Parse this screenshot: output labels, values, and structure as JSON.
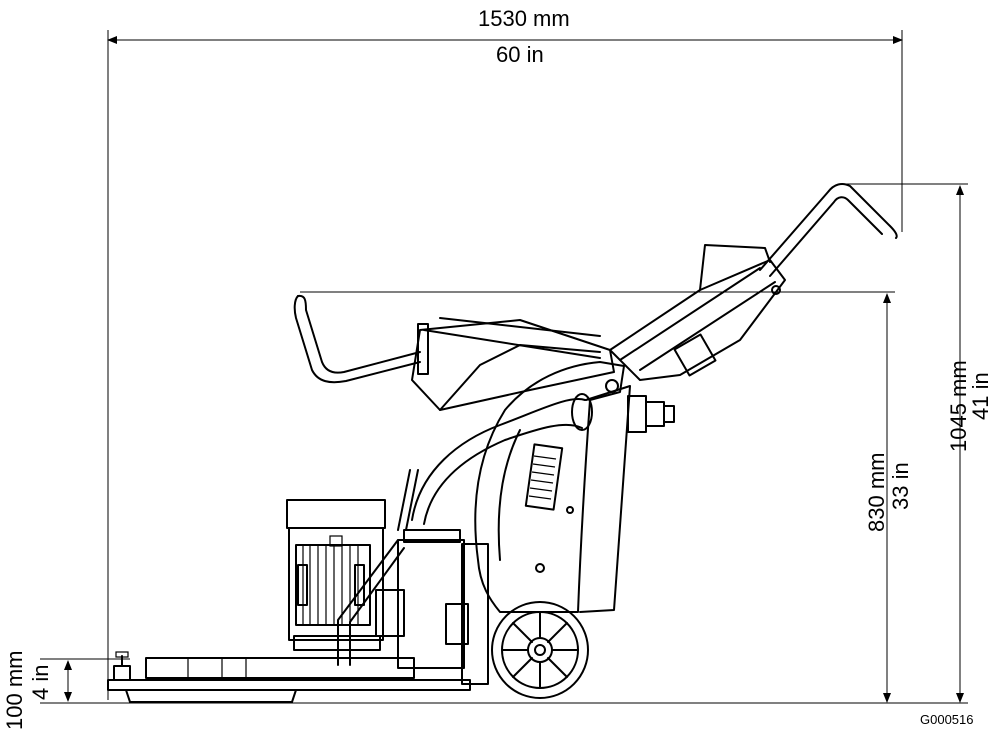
{
  "dimensions": {
    "overall_length": {
      "mm": "1530 mm",
      "in": "60 in"
    },
    "total_height": {
      "mm": "1045 mm",
      "in": "41 in"
    },
    "handle_height_folded": {
      "mm": "830 mm",
      "in": "33 in"
    },
    "base_height": {
      "mm": "100 mm",
      "in": "4 in"
    }
  },
  "figure_code": "G000516"
}
